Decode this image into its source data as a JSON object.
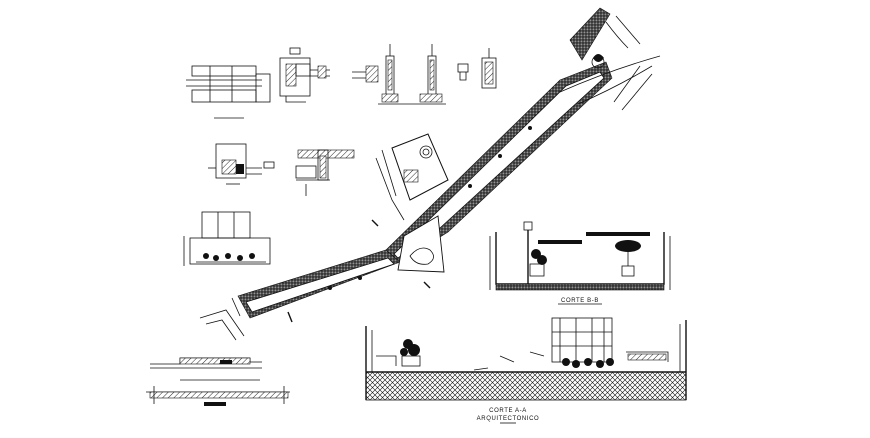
{
  "sections": {
    "b_title": "CORTE B-B",
    "a_title": "CORTE A-A",
    "a_subtitle": "ARQUITECTONICO"
  },
  "colors": {
    "line": "#111111",
    "background": "#ffffff"
  }
}
